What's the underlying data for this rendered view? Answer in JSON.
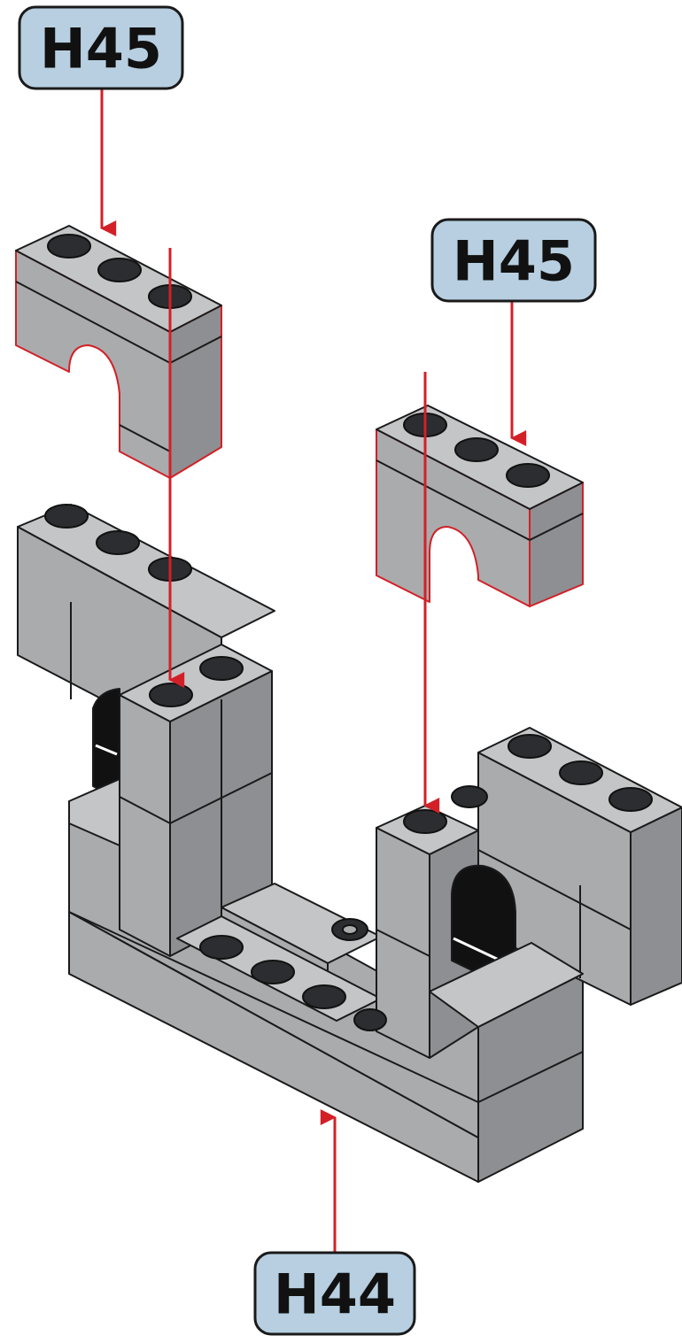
{
  "labels": {
    "top_left": "H45",
    "top_right": "H45",
    "bottom": "H44"
  },
  "colors": {
    "brick": "#a9abad",
    "brick_top": "#c3c5c7",
    "brick_side": "#8d8f92",
    "stud": "#2b2d30",
    "outline": "#1a1a1a",
    "arrow": "#d32027",
    "label_fill": "#b7cfe0",
    "label_stroke": "#1a1a1a",
    "black_piece": "#111111"
  }
}
